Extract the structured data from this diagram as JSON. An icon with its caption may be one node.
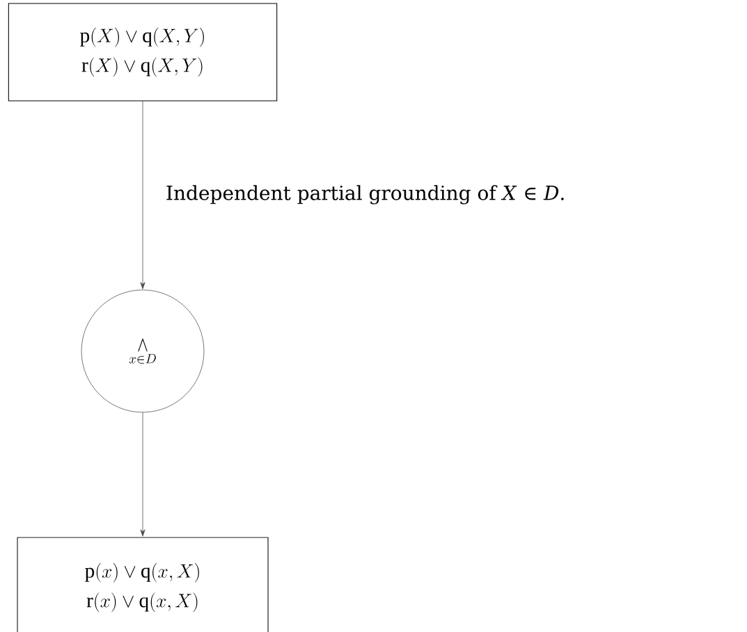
{
  "diagram": {
    "nodes": [
      {
        "text": [
          "\\mathrm{p}(X) \\vee \\mathrm{q}(X,Y)",
          "\\mathrm{r}(X) \\vee \\mathrm{q}(X,Y)"
        ]
      },
      {
        "text": [
          "\\bigwedge_{x \\in D}"
        ]
      },
      {
        "text": [
          "\\mathrm{p}(x) \\vee \\mathrm{q}(x,X)",
          "\\mathrm{r}(x) \\vee \\mathrm{q}(x,X)"
        ]
      }
    ],
    "edges": [
      {
        "from": 0,
        "to": 1,
        "arrow": "to",
        "label": "Independent partial grounding of *X* ∈ *D*."
      },
      {
        "from": 1,
        "to": 2,
        "arrow": "to"
      }
    ]
  }
}
